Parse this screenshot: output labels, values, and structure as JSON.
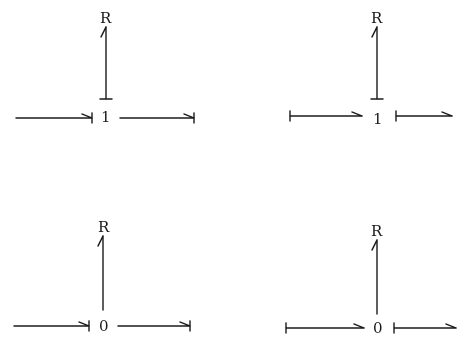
{
  "figures": [
    {
      "element": "R",
      "junction": "1"
    },
    {
      "element": "R",
      "junction": "1"
    },
    {
      "element": "R",
      "junction": "0"
    },
    {
      "element": "R",
      "junction": "0"
    }
  ]
}
